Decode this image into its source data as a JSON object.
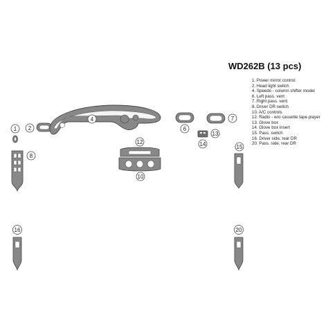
{
  "title": "WD262B (13 pcs)",
  "legend": [
    "1. Power mirror control",
    "2. Head light switch",
    "4. Speedo - column shifter model",
    "6. Left pass. vent",
    "7. Right pass. vent",
    "8. Driver DR switch",
    "10. A/C controls",
    "12. Radio - w/o cassette tape player",
    "13. Glove box",
    "14. Glove box insert",
    "15. Pass. switch",
    "16. Driver side, rear DR",
    "20. Pass. side, rear DR"
  ],
  "callouts": {
    "c1": "1",
    "c2": "2",
    "c4": "4",
    "c6": "6",
    "c7": "7",
    "c8": "8",
    "c10": "10",
    "c12": "12",
    "c13": "13",
    "c14": "14",
    "c15": "15",
    "c16": "16",
    "c20": "20"
  },
  "colors": {
    "trim": "#8d8d8d",
    "trim_dark": "#6f6f6f",
    "outline": "#444444",
    "text": "#222222"
  }
}
